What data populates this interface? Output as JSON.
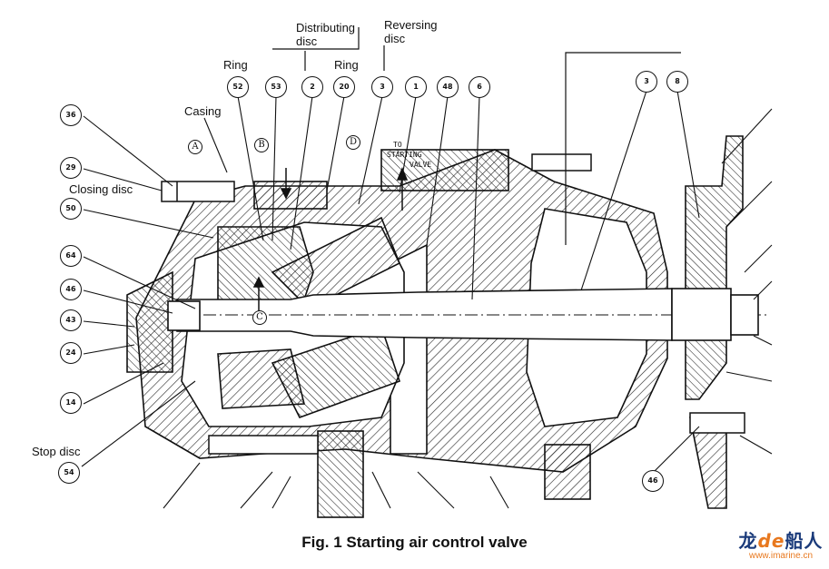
{
  "caption": "Fig. 1 Starting air control valve",
  "labels": {
    "distributing_1": "Distributing",
    "distributing_2": "disc",
    "reversing_1": "Reversing",
    "reversing_2": "disc",
    "ring_left": "Ring",
    "ring_right": "Ring",
    "casing": "Casing",
    "closing_disc": "Closing disc",
    "stop_disc": "Stop disc",
    "to": "TO",
    "starting": "STARTING",
    "valve": "VALVE"
  },
  "markers": {
    "a": "A",
    "b": "B",
    "c": "C",
    "d": "D"
  },
  "bubbles": {
    "top": [
      "52",
      "53",
      "2",
      "20",
      "3",
      "1",
      "48",
      "6",
      "3",
      "8"
    ],
    "left": [
      "36",
      "29",
      "50",
      "64",
      "46",
      "43",
      "24",
      "14",
      "54"
    ],
    "bottom_right": "46"
  },
  "watermark": {
    "part1": "龙",
    "part2": "de",
    "part3": "船人",
    "url": "www.imarine.cn"
  }
}
